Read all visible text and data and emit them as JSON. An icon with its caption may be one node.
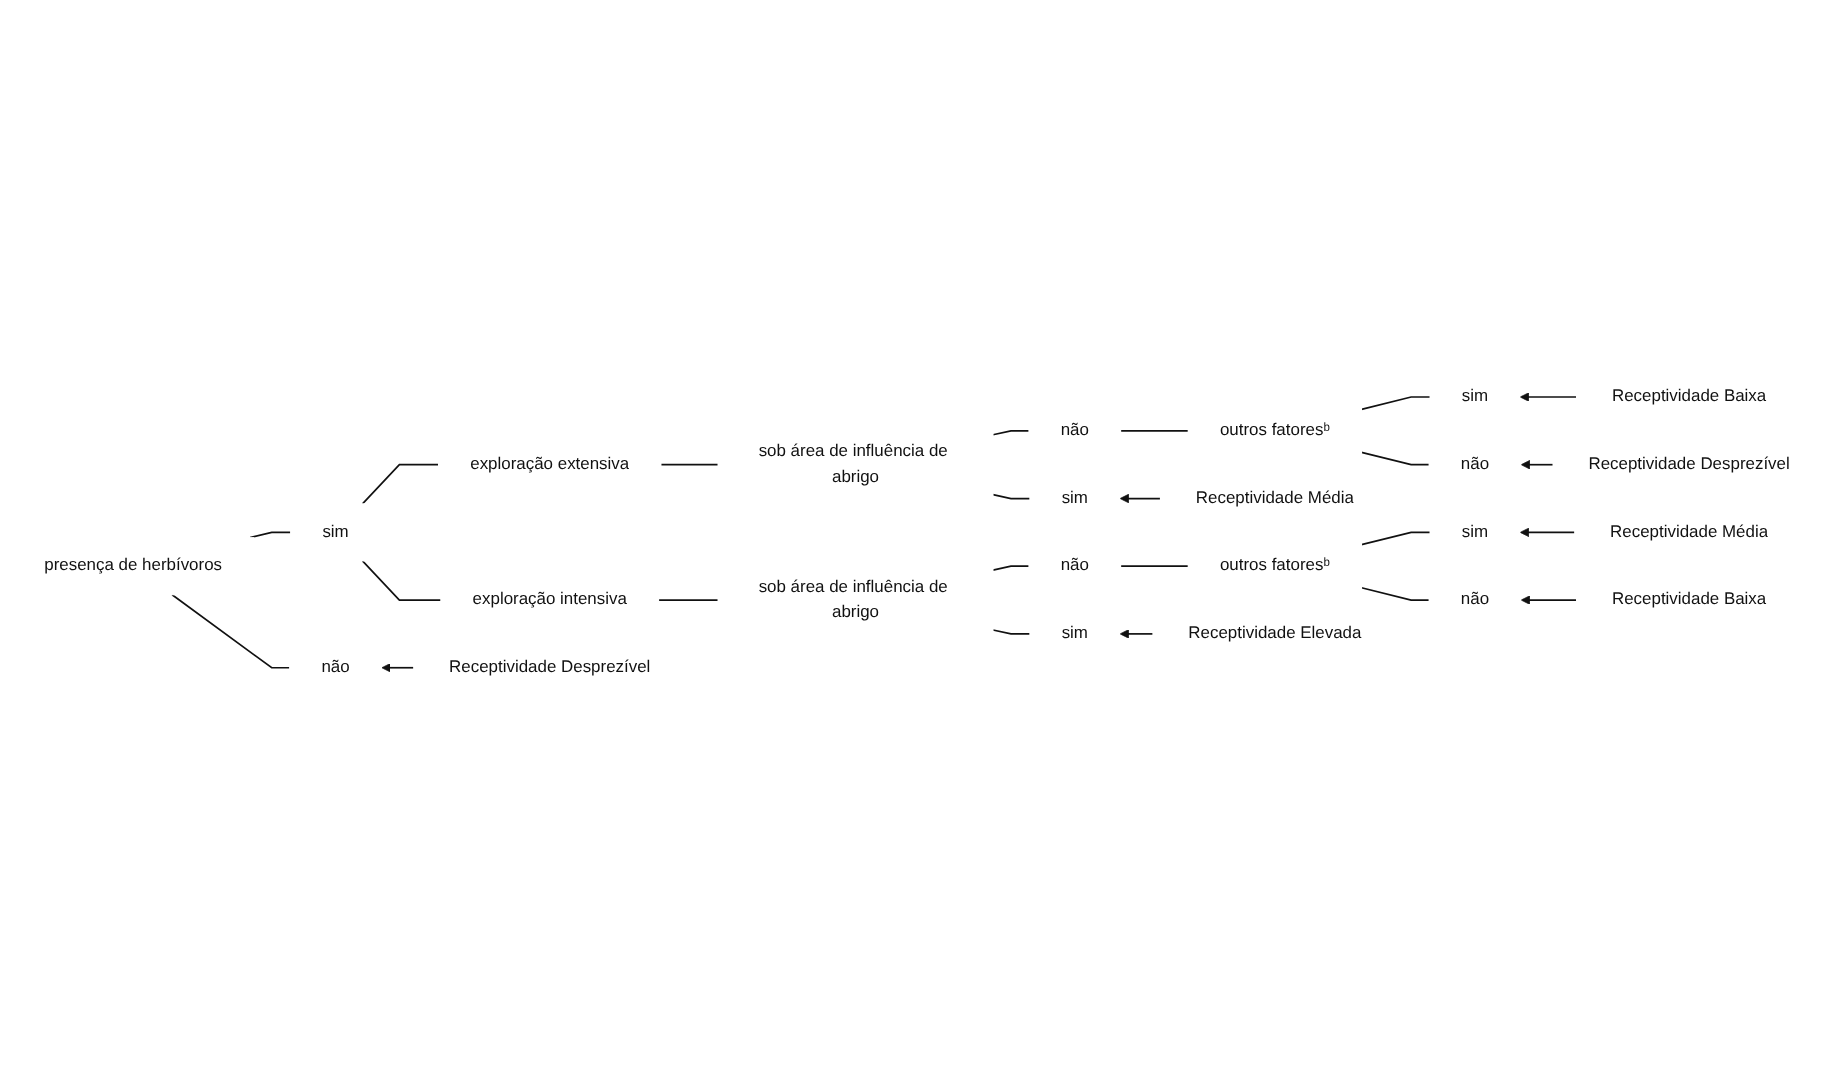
{
  "diagram": {
    "nodes": [
      {
        "text": [
          "presença de herbívoros"
        ]
      },
      {
        "text": [
          "sim"
        ]
      },
      {
        "text": [
          "não"
        ]
      },
      {
        "text": [
          "exploração extensiva"
        ]
      },
      {
        "text": [
          "exploração intensiva"
        ]
      },
      {
        "text": [
          "sob área de influência de abrigo"
        ]
      },
      {
        "text": [
          "sim"
        ]
      },
      {
        "text": [
          "não"
        ]
      },
      {
        "text": [
          "outros fatoresᵇ"
        ]
      },
      {
        "text": [
          "sim"
        ]
      },
      {
        "text": [
          "não"
        ]
      },
      {
        "text": [
          "Receptividade Média"
        ]
      },
      {
        "text": [
          "Receptividade Baixa"
        ]
      },
      {
        "text": [
          "Receptividade Desprezível"
        ]
      },
      {
        "text": [
          "sob área de influência de abrigo"
        ]
      },
      {
        "text": [
          "sim"
        ]
      },
      {
        "text": [
          "não"
        ]
      },
      {
        "text": [
          "outros fatoresᵇ"
        ]
      },
      {
        "text": [
          "sim"
        ]
      },
      {
        "text": [
          "não"
        ]
      },
      {
        "text": [
          "Receptividade Elevada"
        ]
      },
      {
        "text": [
          "Receptividade Média"
        ]
      },
      {
        "text": [
          "Receptividade Baixa"
        ]
      },
      {
        "text": [
          "Receptividade Desprezível"
        ]
      }
    ],
    "edges": [
      {
        "from": 0,
        "to": 1,
        "arrow": "none"
      },
      {
        "from": 0,
        "to": 2,
        "arrow": "none"
      },
      {
        "from": 1,
        "to": 3,
        "arrow": "none"
      },
      {
        "from": 1,
        "to": 4,
        "arrow": "none"
      },
      {
        "from": 3,
        "to": 5,
        "arrow": "none"
      },
      {
        "from": 5,
        "to": 6,
        "arrow": "none"
      },
      {
        "from": 5,
        "to": 7,
        "arrow": "none"
      },
      {
        "from": 7,
        "to": 8,
        "arrow": "none"
      },
      {
        "from": 8,
        "to": 9,
        "arrow": "none"
      },
      {
        "from": 8,
        "to": 10,
        "arrow": "none"
      },
      {
        "from": 11,
        "to": 6,
        "arrow": "to"
      },
      {
        "from": 12,
        "to": 9,
        "arrow": "to"
      },
      {
        "from": 13,
        "to": 10,
        "arrow": "to"
      },
      {
        "from": 4,
        "to": 14,
        "arrow": "none"
      },
      {
        "from": 14,
        "to": 15,
        "arrow": "none"
      },
      {
        "from": 14,
        "to": 16,
        "arrow": "none"
      },
      {
        "from": 16,
        "to": 17,
        "arrow": "none"
      },
      {
        "from": 17,
        "to": 18,
        "arrow": "none"
      },
      {
        "from": 17,
        "to": 19,
        "arrow": "none"
      },
      {
        "from": 20,
        "to": 15,
        "arrow": "to"
      },
      {
        "from": 21,
        "to": 18,
        "arrow": "to"
      },
      {
        "from": 22,
        "to": 19,
        "arrow": "to"
      },
      {
        "from": 23,
        "to": 2,
        "arrow": "to"
      }
    ]
  }
}
